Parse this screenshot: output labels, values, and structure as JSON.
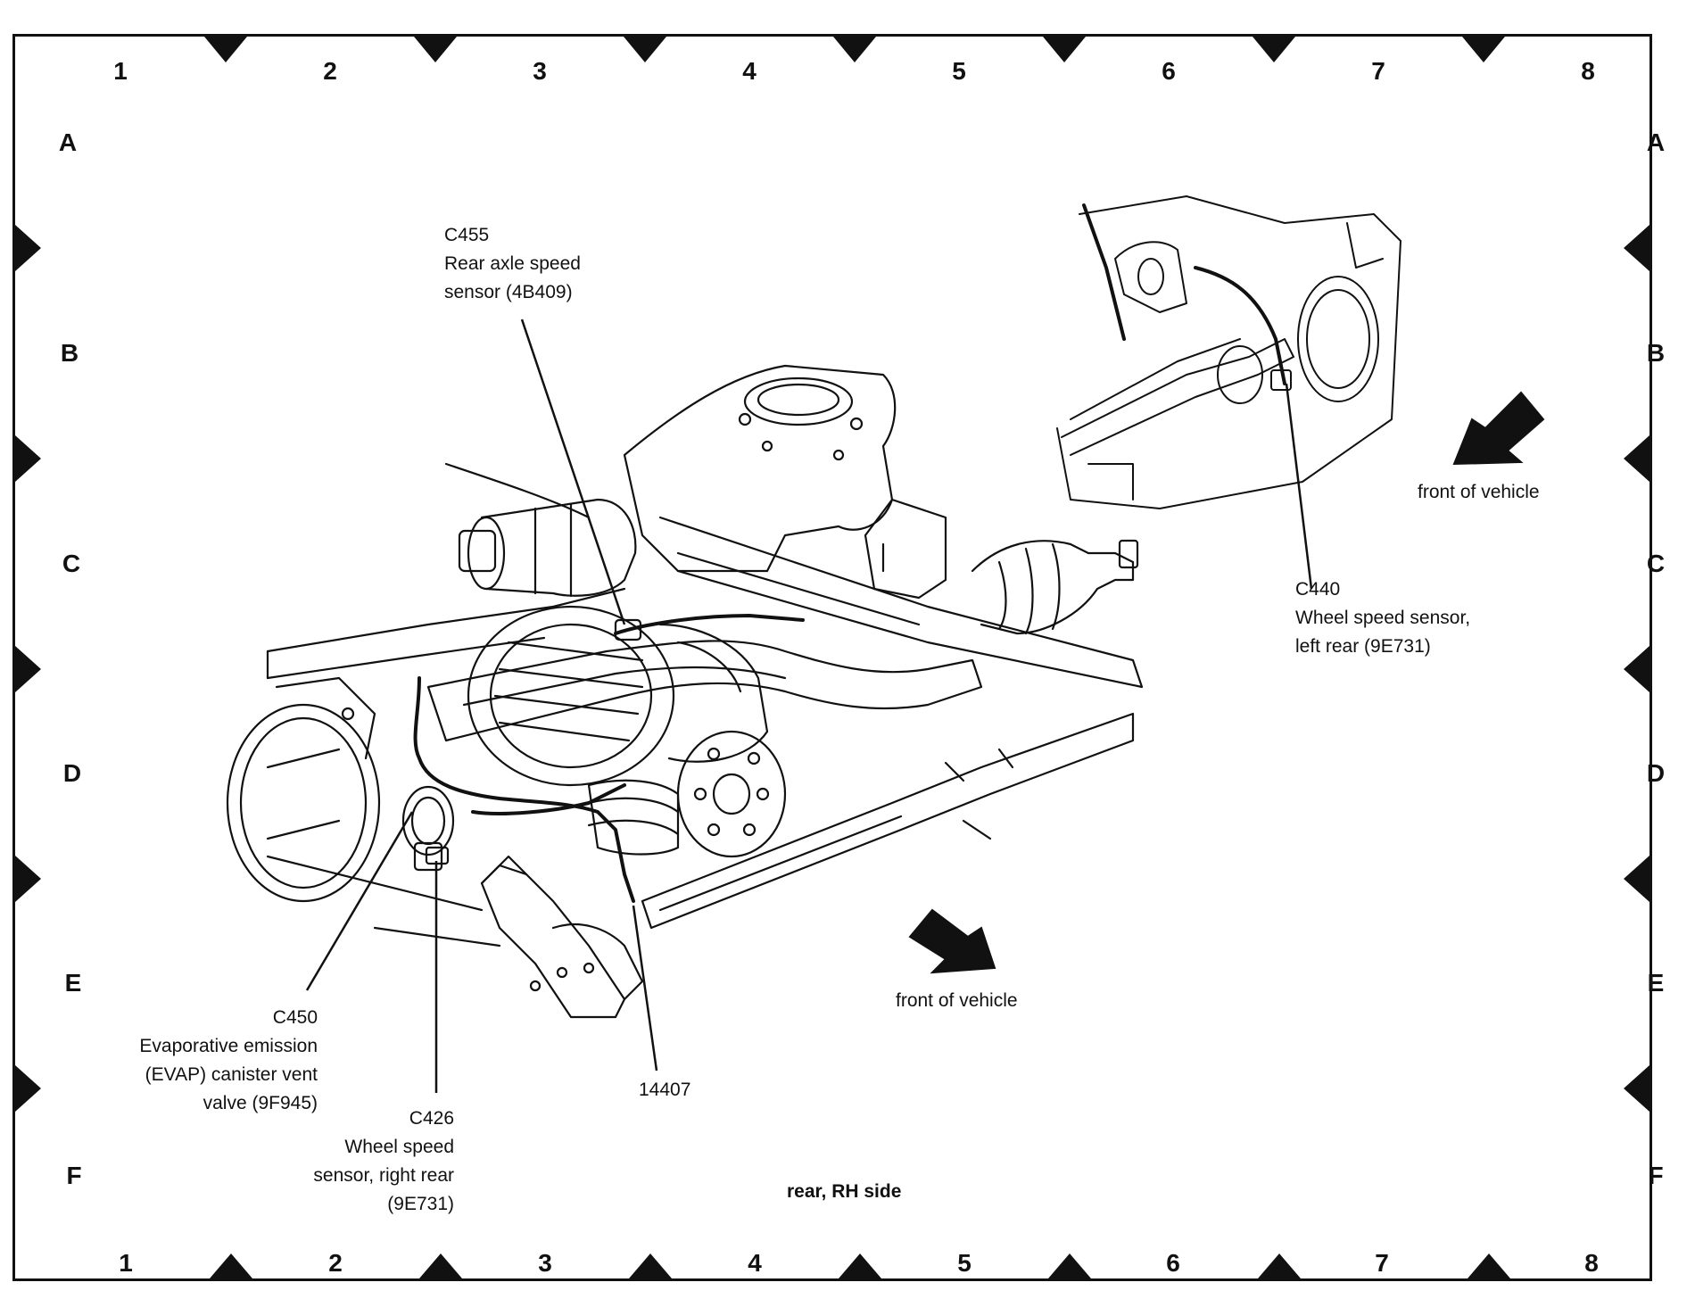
{
  "grid": {
    "columns": [
      "1",
      "2",
      "3",
      "4",
      "5",
      "6",
      "7",
      "8"
    ],
    "rows": [
      "A",
      "B",
      "C",
      "D",
      "E",
      "F"
    ]
  },
  "callouts": {
    "c455": {
      "id": "C455",
      "line1": "Rear axle speed",
      "line2": "sensor (4B409)"
    },
    "c440": {
      "id": "C440",
      "line1": "Wheel speed sensor,",
      "line2": "left rear (9E731)"
    },
    "c450": {
      "id": "C450",
      "line1": "Evaporative emission",
      "line2": "(EVAP) canister vent",
      "line3": "valve (9F945)"
    },
    "c426": {
      "id": "C426",
      "line1": "Wheel speed",
      "line2": "sensor, right rear",
      "line3": "(9E731)"
    },
    "harness": {
      "id": "14407"
    }
  },
  "arrows": {
    "inset_label": "front of vehicle",
    "main_label": "front of vehicle"
  },
  "caption": "rear, RH side",
  "colors": {
    "line": "#111111",
    "background": "#ffffff"
  }
}
